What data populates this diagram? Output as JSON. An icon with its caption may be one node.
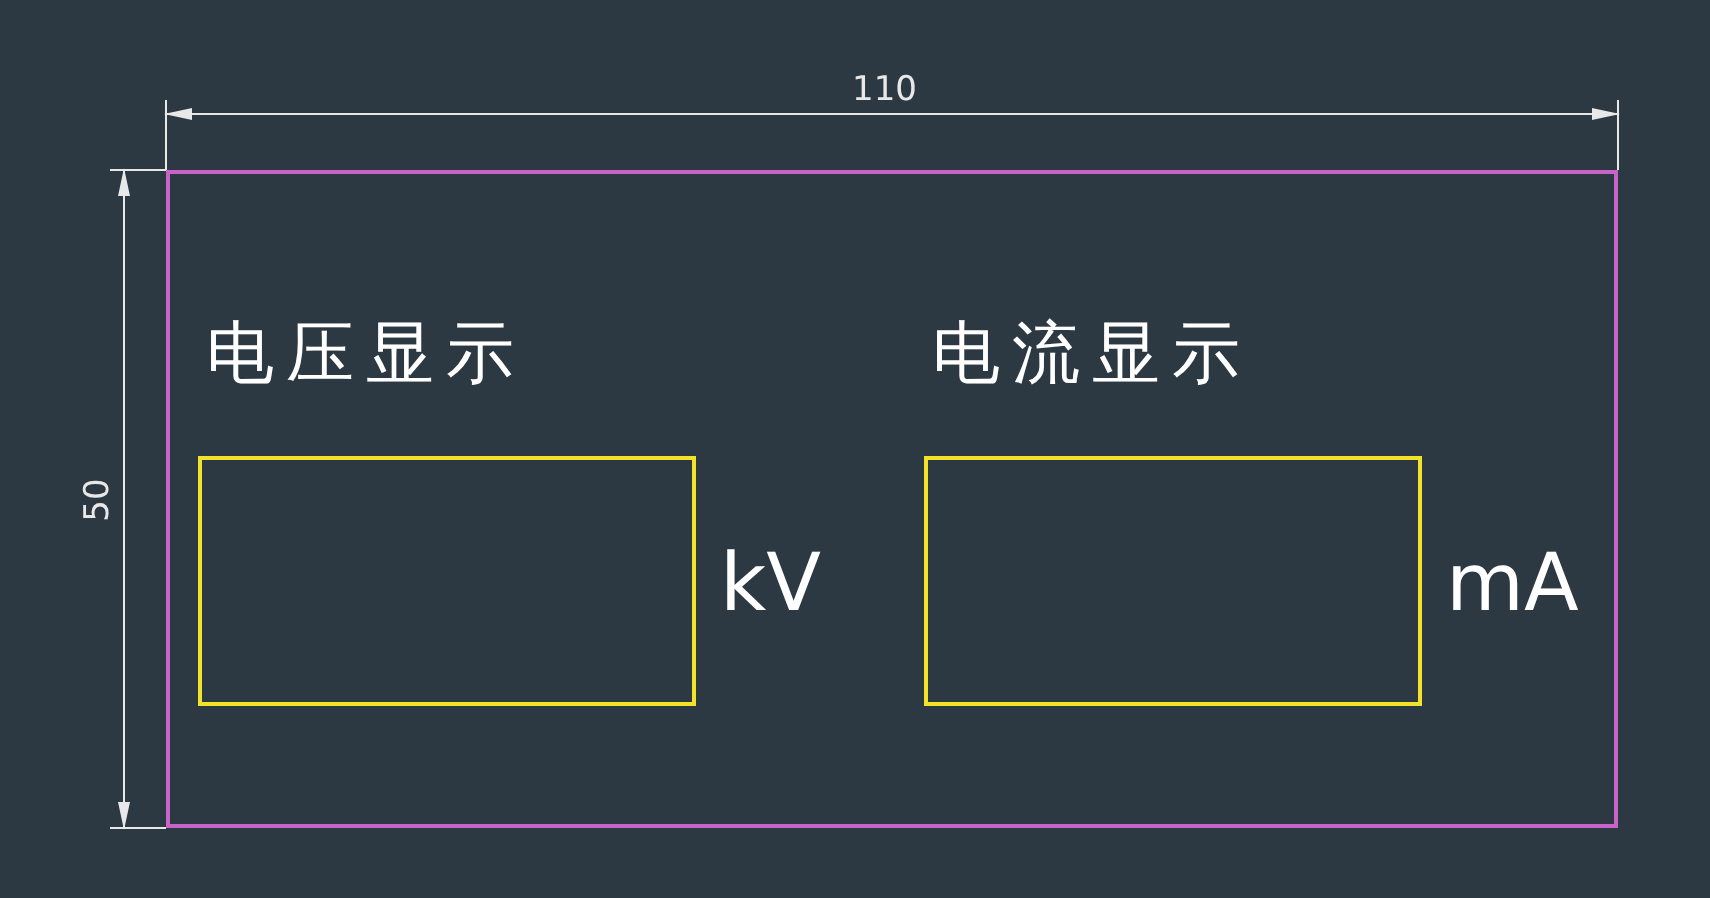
{
  "diagram": {
    "nodes": [
      {
        "text": [],
        "shape": "box"
      },
      {
        "text": [
          "电压显示"
        ],
        "beside": [
          "kV"
        ],
        "in": 0
      },
      {
        "text": [
          "电流显示"
        ],
        "beside": [
          "mA"
        ],
        "in": 0
      }
    ],
    "labels": [
      "110",
      "50"
    ]
  }
}
